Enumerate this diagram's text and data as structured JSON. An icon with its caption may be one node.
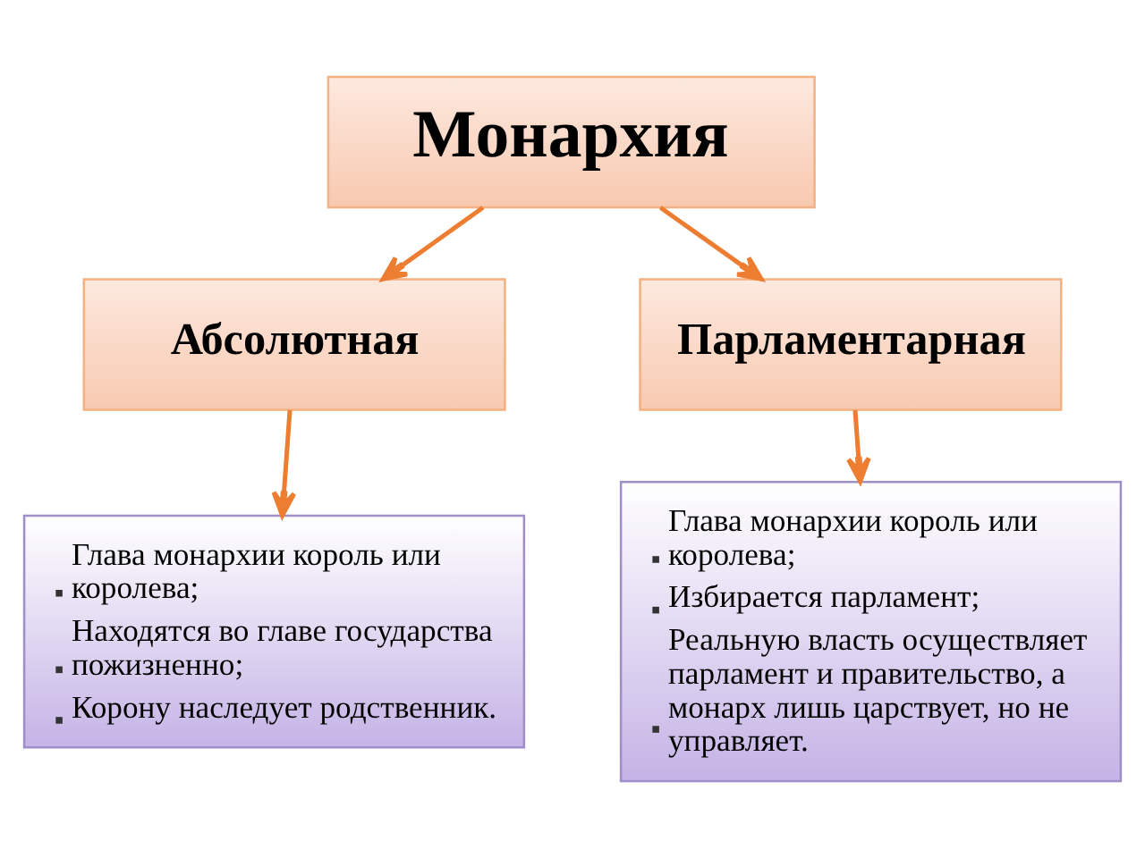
{
  "diagram": {
    "nodes": [
      {
        "text": [
          "Монархия"
        ]
      },
      {
        "text": [
          "Абсолютная"
        ]
      },
      {
        "text": [
          "Парламентарная"
        ]
      },
      {
        "text": [
          "Глава монархии король или королева;",
          "Находятся во главе государства пожизненно;",
          "Корону наследует родственник."
        ]
      },
      {
        "text": [
          "Глава монархии король или королева;",
          "Избирается парламент;",
          "Реальную власть осуществляет парламент и правительство, а монарх лишь царствует, но не управляет."
        ]
      }
    ],
    "edges": [
      {
        "from": 0,
        "to": 1,
        "arrow": "to"
      },
      {
        "from": 0,
        "to": 2,
        "arrow": "to"
      },
      {
        "from": 1,
        "to": 3,
        "arrow": "to"
      },
      {
        "from": 2,
        "to": 4,
        "arrow": "to"
      }
    ]
  }
}
